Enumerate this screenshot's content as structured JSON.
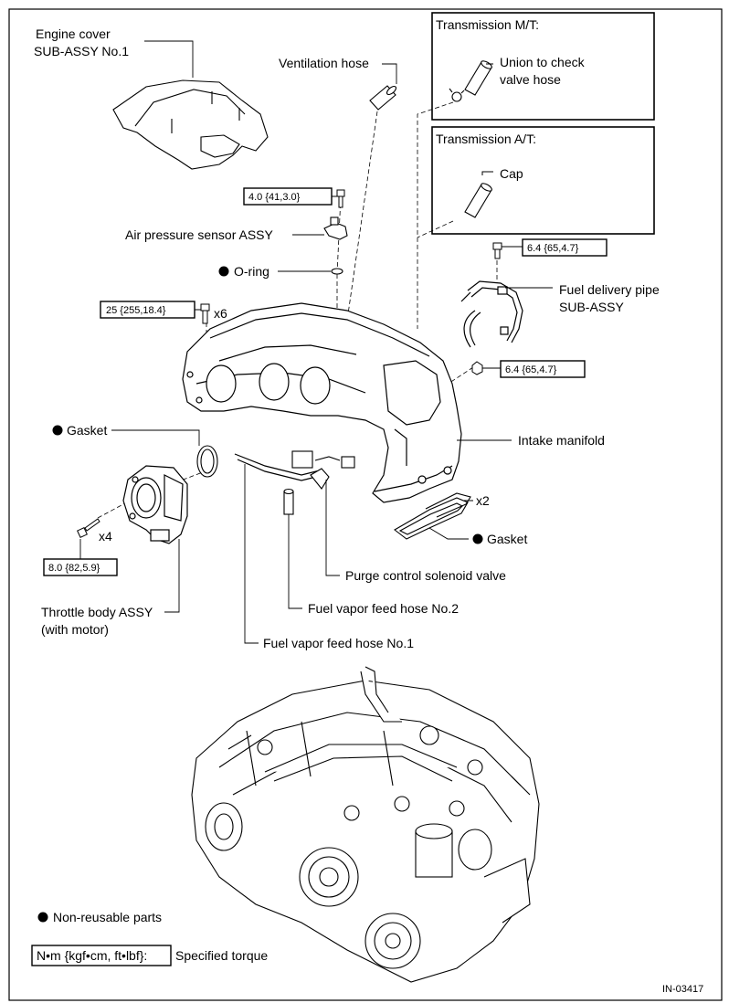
{
  "labels": {
    "engine_cover_line1": "Engine cover",
    "engine_cover_line2": "SUB-ASSY No.1",
    "ventilation_hose": "Ventilation hose",
    "air_pressure_sensor": "Air pressure sensor ASSY",
    "o_ring": "O-ring",
    "fuel_delivery_pipe_line1": "Fuel delivery pipe",
    "fuel_delivery_pipe_line2": "SUB-ASSY",
    "intake_manifold": "Intake manifold",
    "gasket_left": "Gasket",
    "gasket_right": "Gasket",
    "qty_x2": "x2",
    "qty_x4": "x4",
    "qty_x6": "x6",
    "purge_valve": "Purge control solenoid valve",
    "fuel_vapor_hose_2": "Fuel vapor feed hose No.2",
    "fuel_vapor_hose_1": "Fuel vapor feed hose No.1",
    "throttle_body_line1": "Throttle body ASSY",
    "throttle_body_line2": "(with motor)"
  },
  "torques": {
    "sensor_bolt": "4.0 {41,3.0}",
    "manifold_bolt": "25 {255,18.4}",
    "fuel_pipe_bolt": "6.4 {65,4.7}",
    "fuel_pipe_nut": "6.4 {65,4.7}",
    "throttle_bolt": "8.0 {82,5.9}"
  },
  "inset_mt": {
    "title": "Transmission M/T:",
    "part_line1": "Union to check",
    "part_line2": "valve hose"
  },
  "inset_at": {
    "title": "Transmission A/T:",
    "part": "Cap"
  },
  "legend": {
    "non_reusable": "Non-reusable parts",
    "torque_units": "N•m {kgf•cm, ft•lbf}:",
    "torque_desc": "Specified torque"
  },
  "figure_id": "IN-03417"
}
